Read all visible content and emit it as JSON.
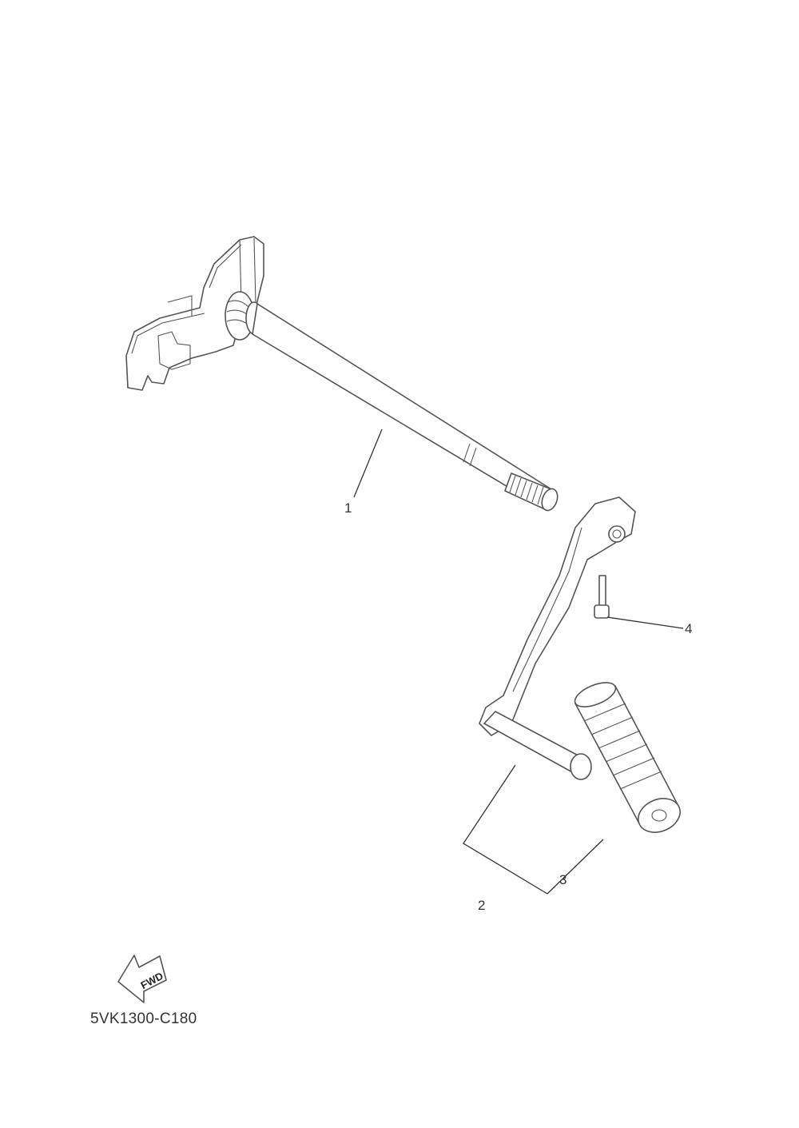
{
  "diagram_code": "5VK1300-C180",
  "direction_marker": "FWD",
  "callouts": [
    {
      "number": "1"
    },
    {
      "number": "2"
    },
    {
      "number": "3"
    },
    {
      "number": "4"
    }
  ]
}
